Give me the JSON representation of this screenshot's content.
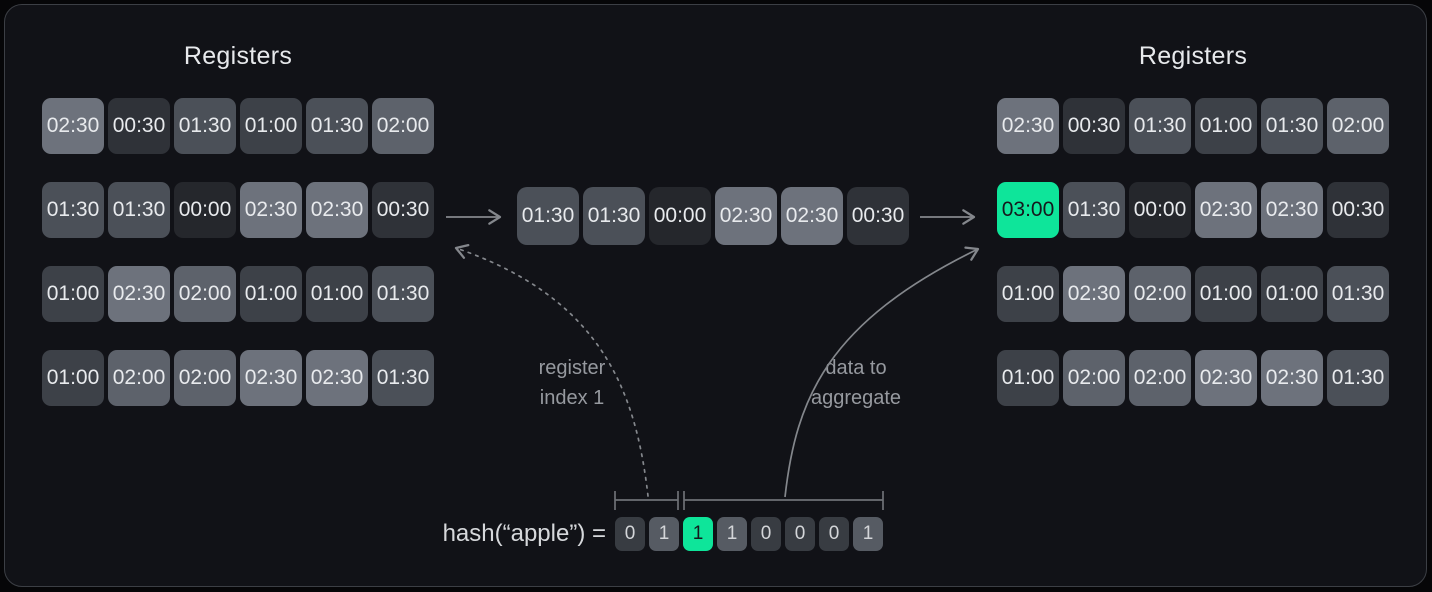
{
  "left_registers": {
    "title": "Registers",
    "rows": [
      [
        "02:30",
        "00:30",
        "01:30",
        "01:00",
        "01:30",
        "02:00"
      ],
      [
        "01:30",
        "01:30",
        "00:00",
        "02:30",
        "02:30",
        "00:30"
      ],
      [
        "01:00",
        "02:30",
        "02:00",
        "01:00",
        "01:00",
        "01:30"
      ],
      [
        "01:00",
        "02:00",
        "02:00",
        "02:30",
        "02:30",
        "01:30"
      ]
    ]
  },
  "aggregation_row": {
    "cells": [
      "01:30",
      "01:30",
      "00:00",
      "02:30",
      "02:30",
      "00:30"
    ]
  },
  "right_registers": {
    "title": "Registers",
    "rows": [
      [
        "02:30",
        "00:30",
        "01:30",
        "01:00",
        "01:30",
        "02:00"
      ],
      [
        "03:00",
        "01:30",
        "00:00",
        "02:30",
        "02:30",
        "00:30"
      ],
      [
        "01:00",
        "02:30",
        "02:00",
        "01:00",
        "01:00",
        "01:30"
      ],
      [
        "01:00",
        "02:00",
        "02:00",
        "02:30",
        "02:30",
        "01:30"
      ]
    ],
    "highlight": {
      "row": 1,
      "col": 0,
      "value": "03:00"
    }
  },
  "annotations": {
    "register_index": "register\nindex 1",
    "data_to_aggregate": "data to\naggregate"
  },
  "hash": {
    "label": "hash(“apple”) =",
    "bits": [
      "0",
      "1",
      "1",
      "1",
      "0",
      "0",
      "0",
      "1"
    ],
    "highlight_index": 2
  },
  "colors": {
    "accent_green": "#0ee59a",
    "value_colors": {
      "00:00": "#25272c",
      "00:30": "#2f3238",
      "01:00": "#3d4148",
      "01:30": "#4b5058",
      "02:00": "#5d626b",
      "02:30": "#6d727c",
      "03:00": "#0ee59a"
    },
    "bit_zero_bg": "#383c42",
    "bit_one_bg": "#565b63",
    "arrow_color": "#84878c",
    "bracket_color": "#6e7176"
  }
}
